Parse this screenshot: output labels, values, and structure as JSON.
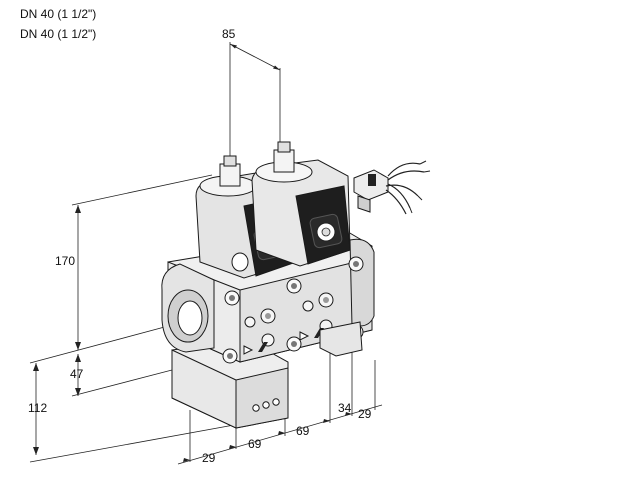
{
  "header": {
    "line1": "DN 40 (1 1/2\")",
    "line2": "DN 40 (1 1/2\")"
  },
  "dimensions": {
    "top_spacing": "85",
    "height_total": "170",
    "height_lower": "47",
    "height_base": "112",
    "depth_front": "29",
    "width_left": "69",
    "width_right": "69",
    "offset_right": "34",
    "offset_far_right": "29"
  },
  "colors": {
    "line": "#222222",
    "body_light": "#f2f2f2",
    "body_mid": "#d6d6d6",
    "body_dark": "#8a8a8a",
    "coil_black": "#1e1e1e"
  }
}
